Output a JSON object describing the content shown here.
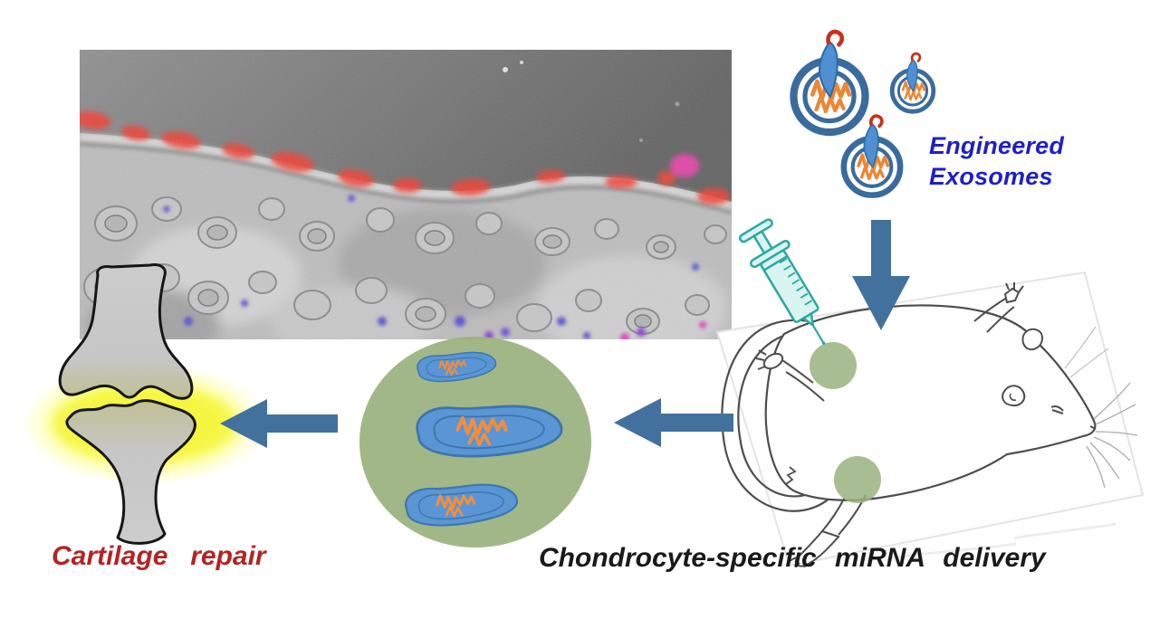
{
  "labels": {
    "engineered_line1": "Engineered",
    "engineered_line2": "Exosomes",
    "cartilage_repair": "Cartilage repair",
    "mirna_delivery": "Chondrocyte-specific miRNA delivery"
  },
  "colors": {
    "background": "#ffffff",
    "arrow_blue": "#41719c",
    "exosome_ring_blue": "#3a6b9e",
    "targeting_peptide_blue": "#4f8fd2",
    "peptide_hook_red": "#c8301f",
    "mirna_orange": "#ed8633",
    "chondrocyte_blue": "#4e8ed2",
    "chondrocyte_outline_blue": "#2e6ca5",
    "tissue_green": "#9ab27f",
    "engineered_label_blue": "#1f1fc8",
    "cartilage_label_red": "#b32424",
    "caption_black": "#1a1a1a",
    "syringe_teal": "#2aa8a0",
    "bone_gray": "#c6c6c6",
    "glow_yellow": "#f4f63d",
    "fluorescence_red": "#f43b2e",
    "nuclei_purple": "#584fd4",
    "mouse_sketch_gray": "#4d4d4d"
  },
  "icons": {
    "exosome-icon": "double-ring circle with zigzag cargo",
    "targeting-peptide-icon": "blue teardrop with red hook",
    "mirna-strand-icon": "orange zigzag",
    "syringe-icon": "teal syringe",
    "arrow-down-icon": "solid down arrow",
    "arrow-left-icon": "solid left arrow",
    "mouse-icon": "line-drawn mouse on its back",
    "injection-site-icon": "translucent green circle on knee",
    "chondrocyte-cell-icon": "blue cell blob with miRNA",
    "cartilage-tissue-icon": "green circle of chondrocytes",
    "knee-joint-icon": "gray bones with yellow glow",
    "micrograph-image": "cartilage section with red surface fluorescence"
  }
}
